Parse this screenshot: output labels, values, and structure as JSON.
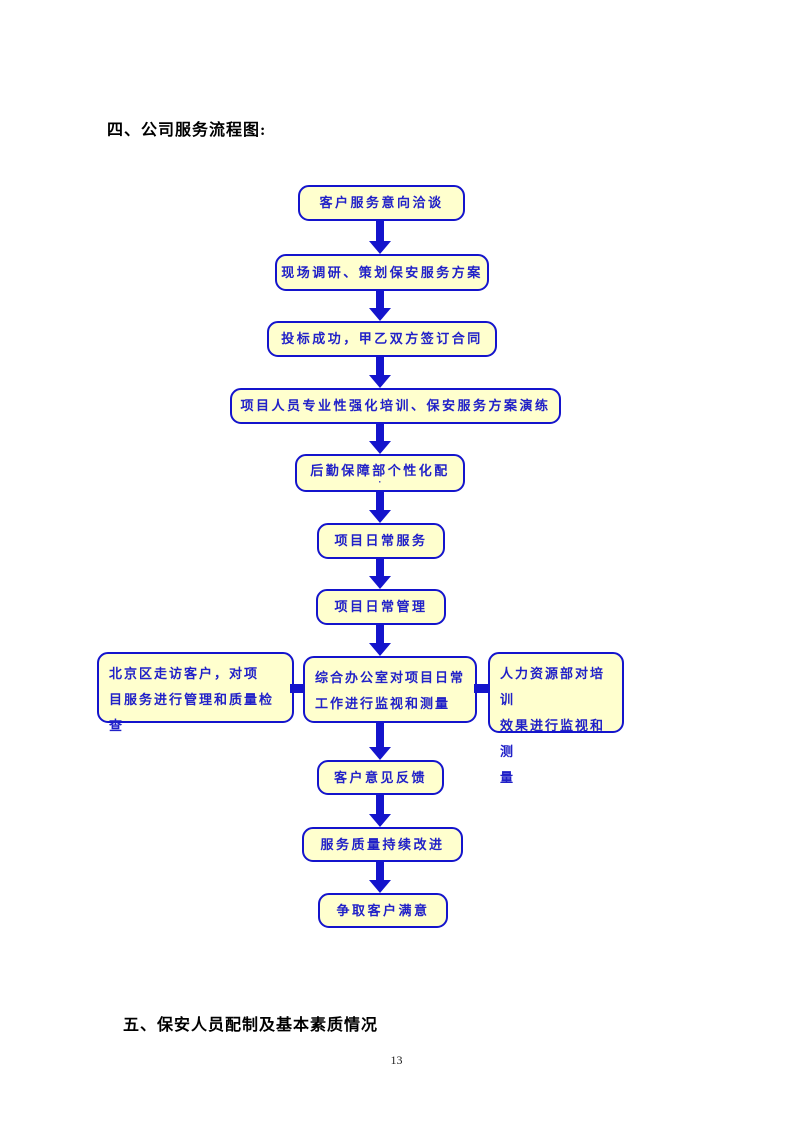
{
  "page": {
    "heading_top": "四、公司服务流程图:",
    "heading_bottom": "五、保安人员配制及基本素质情况",
    "page_number": "13"
  },
  "colors": {
    "box_fill": "#FFFFCE",
    "box_border": "#1414CC",
    "box_text": "#2121C8",
    "arrow": "#1414CC"
  },
  "flowchart": {
    "nodes": [
      {
        "label": "客户服务意向洽谈"
      },
      {
        "label": "现场调研、策划保安服务方案"
      },
      {
        "label": "投标成功，甲乙双方签订合同"
      },
      {
        "label": "项目人员专业性强化培训、保安服务方案演练"
      },
      {
        "label": "后勤保障部个性化配",
        "sub_mark": "·"
      },
      {
        "label": "项目日常服务"
      },
      {
        "label": "项目日常管理"
      },
      {
        "label": "北京区走访客户，对项\n目服务进行管理和质量检查"
      },
      {
        "label": "综合办公室对项目日常\n工作进行监视和测量"
      },
      {
        "label": "人力资源部对培训\n效果进行监视和测\n量"
      },
      {
        "label": "客户意见反馈"
      },
      {
        "label": "服务质量持续改进"
      },
      {
        "label": "争取客户满意"
      }
    ]
  }
}
